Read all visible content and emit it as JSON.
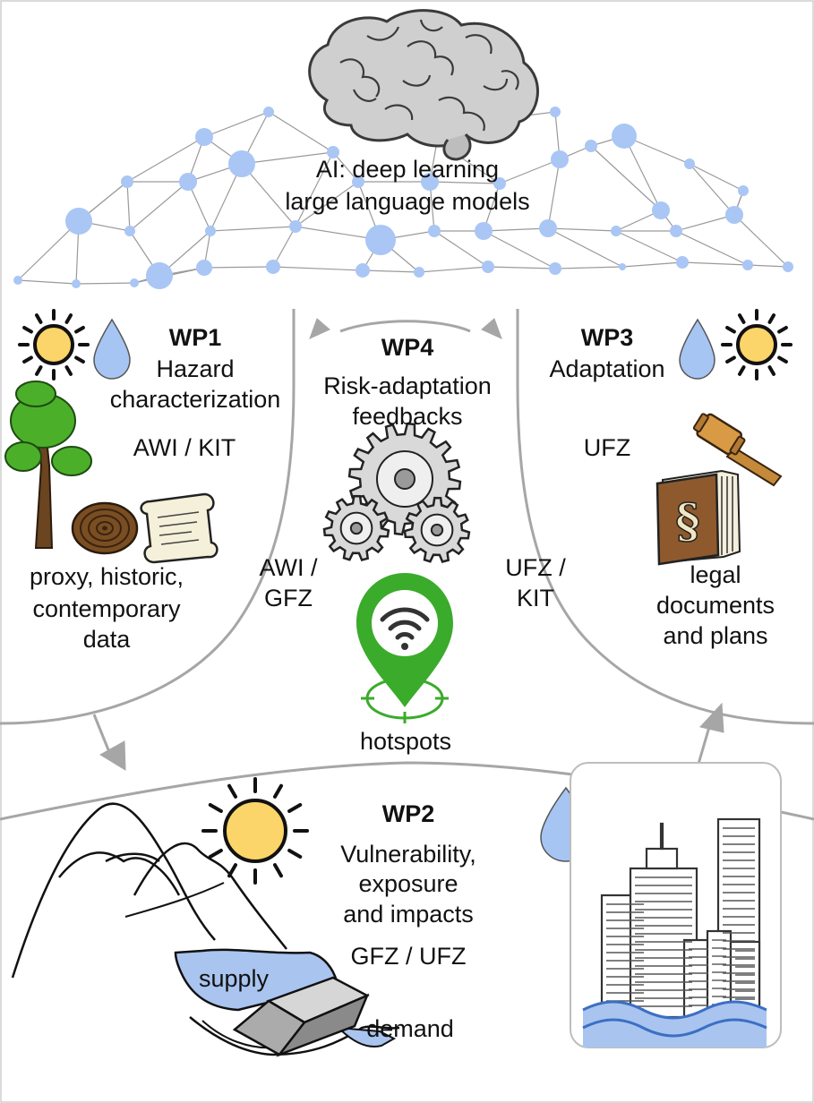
{
  "ai": {
    "line1": "AI: deep learning",
    "line2": "large language models"
  },
  "wp1": {
    "title": "WP1",
    "subtitle_1": "Hazard",
    "subtitle_2": "characterization",
    "partners": "AWI / KIT",
    "data_1": "proxy, historic,",
    "data_2": "contemporary",
    "data_3": "data"
  },
  "wp4": {
    "title": "WP4",
    "subtitle_1": "Risk-adaptation",
    "subtitle_2": "feedbacks",
    "left_partners_1": "AWI /",
    "left_partners_2": "GFZ",
    "right_partners_1": "UFZ /",
    "right_partners_2": "KIT",
    "hotspots": "hotspots"
  },
  "wp3": {
    "title": "WP3",
    "subtitle": "Adaptation",
    "partners": "UFZ",
    "docs_1": "legal",
    "docs_2": "documents",
    "docs_3": "and plans"
  },
  "wp2": {
    "title": "WP2",
    "subtitle_1": "Vulnerability,",
    "subtitle_2": "exposure",
    "subtitle_3": "and impacts",
    "partners": "GFZ / UFZ",
    "supply": "supply",
    "demand": "demand"
  },
  "colors": {
    "node": "#a9c6f5",
    "edge": "#9a9a9a",
    "divider": "#a6a6a6",
    "pin": "#3aab2a",
    "sun": "#fbd569",
    "drop": "#a7c5f2",
    "water": "#a9c4ef",
    "book": "#8e5a2d",
    "gavel": "#c48a3a",
    "tree": "#4caf2a",
    "trunk": "#6b4420"
  }
}
